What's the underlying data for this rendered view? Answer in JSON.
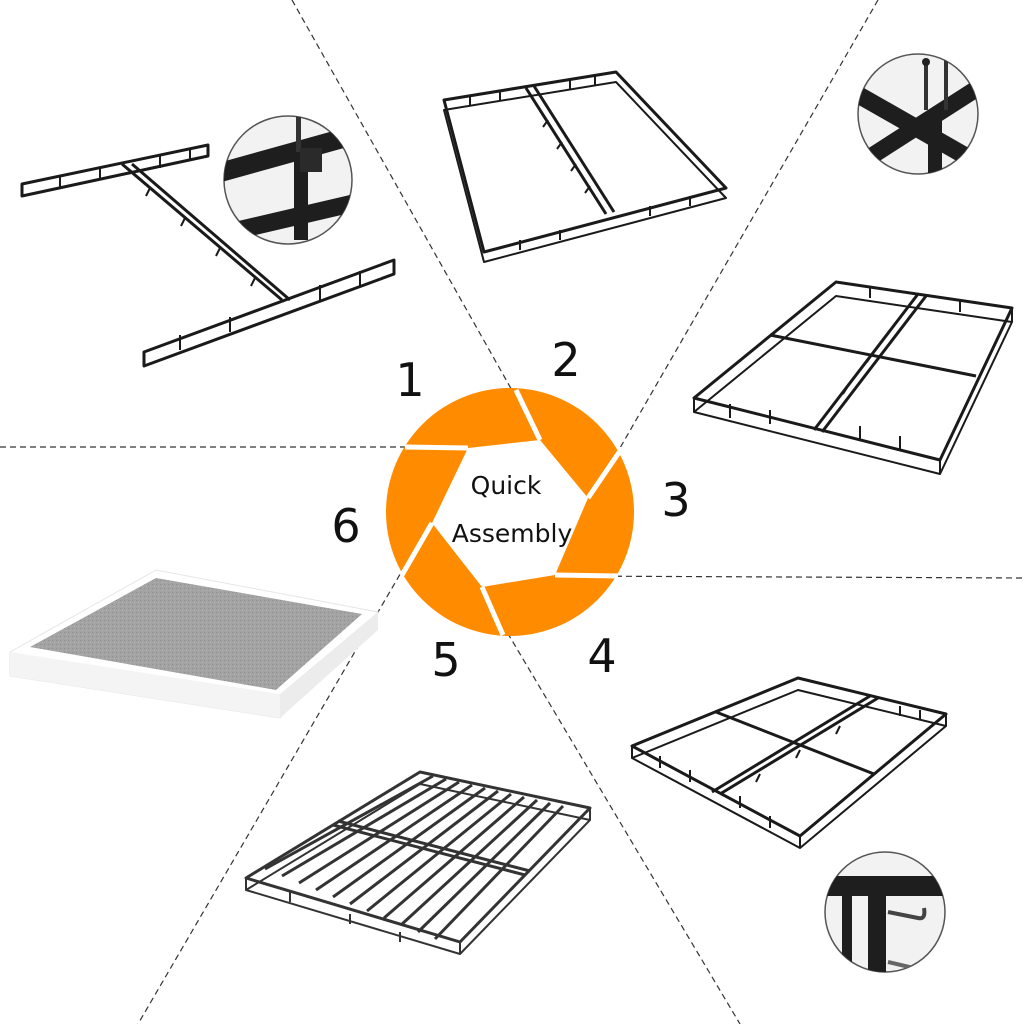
{
  "center": {
    "line1": "Quick",
    "line2": "Assembly"
  },
  "steps": [
    {
      "number": "1",
      "depicts": "support-rails"
    },
    {
      "number": "2",
      "depicts": "outer-frame"
    },
    {
      "number": "3",
      "depicts": "cross-rails"
    },
    {
      "number": "4",
      "depicts": "frame-grid"
    },
    {
      "number": "5",
      "depicts": "slats"
    },
    {
      "number": "6",
      "depicts": "fabric-cover"
    }
  ],
  "colors": {
    "accent": "#FF8C00",
    "frame": "#1a1a1a",
    "cover_fabric": "#9e9e9e",
    "divider": "#333333",
    "text": "#111111"
  },
  "icons": {
    "detail_1": "bolt-clip-icon",
    "detail_3": "cross-joint-icon",
    "detail_4": "hook-clip-icon"
  }
}
